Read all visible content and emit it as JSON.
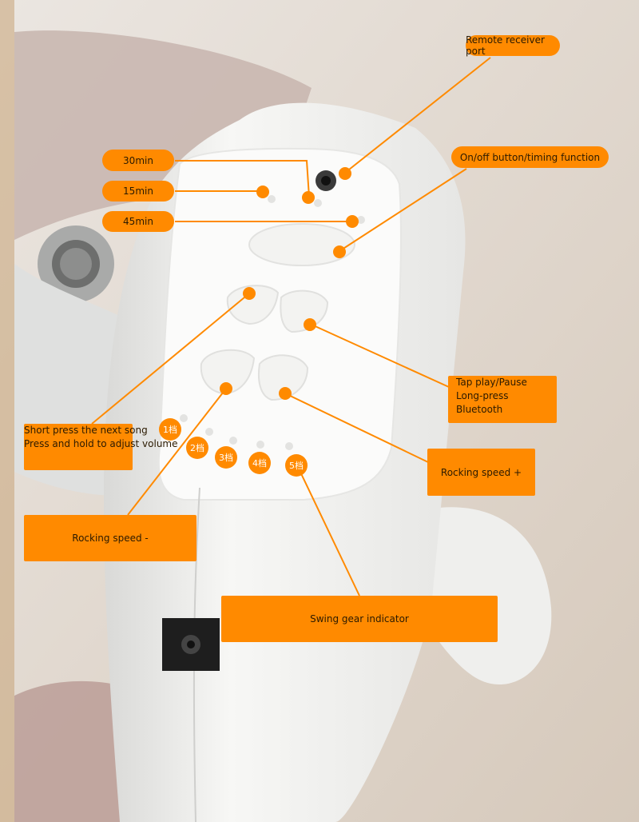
{
  "diagram": {
    "labels": {
      "remote_receiver_port": "Remote receiver port",
      "on_off_timing": "On/off button/timing function",
      "timer_30": "30min",
      "timer_15": "15min",
      "timer_45": "45min",
      "tap_play_line1": "Tap play/Pause",
      "tap_play_line2": "Long-press Bluetooth",
      "short_press_line1": "Short press the next song",
      "short_press_line2": "Press and hold to adjust volume",
      "rocking_speed_plus": "Rocking speed +",
      "rocking_speed_minus": "Rocking speed -",
      "swing_gear_indicator": "Swing gear indicator"
    },
    "gear_markers": [
      "1档",
      "2档",
      "3档",
      "4档",
      "5档"
    ],
    "colors": {
      "accent": "#ff8a00",
      "device_body": "#f4f4f2",
      "panel": "#fafafa",
      "background": "#e4ddd6"
    }
  }
}
